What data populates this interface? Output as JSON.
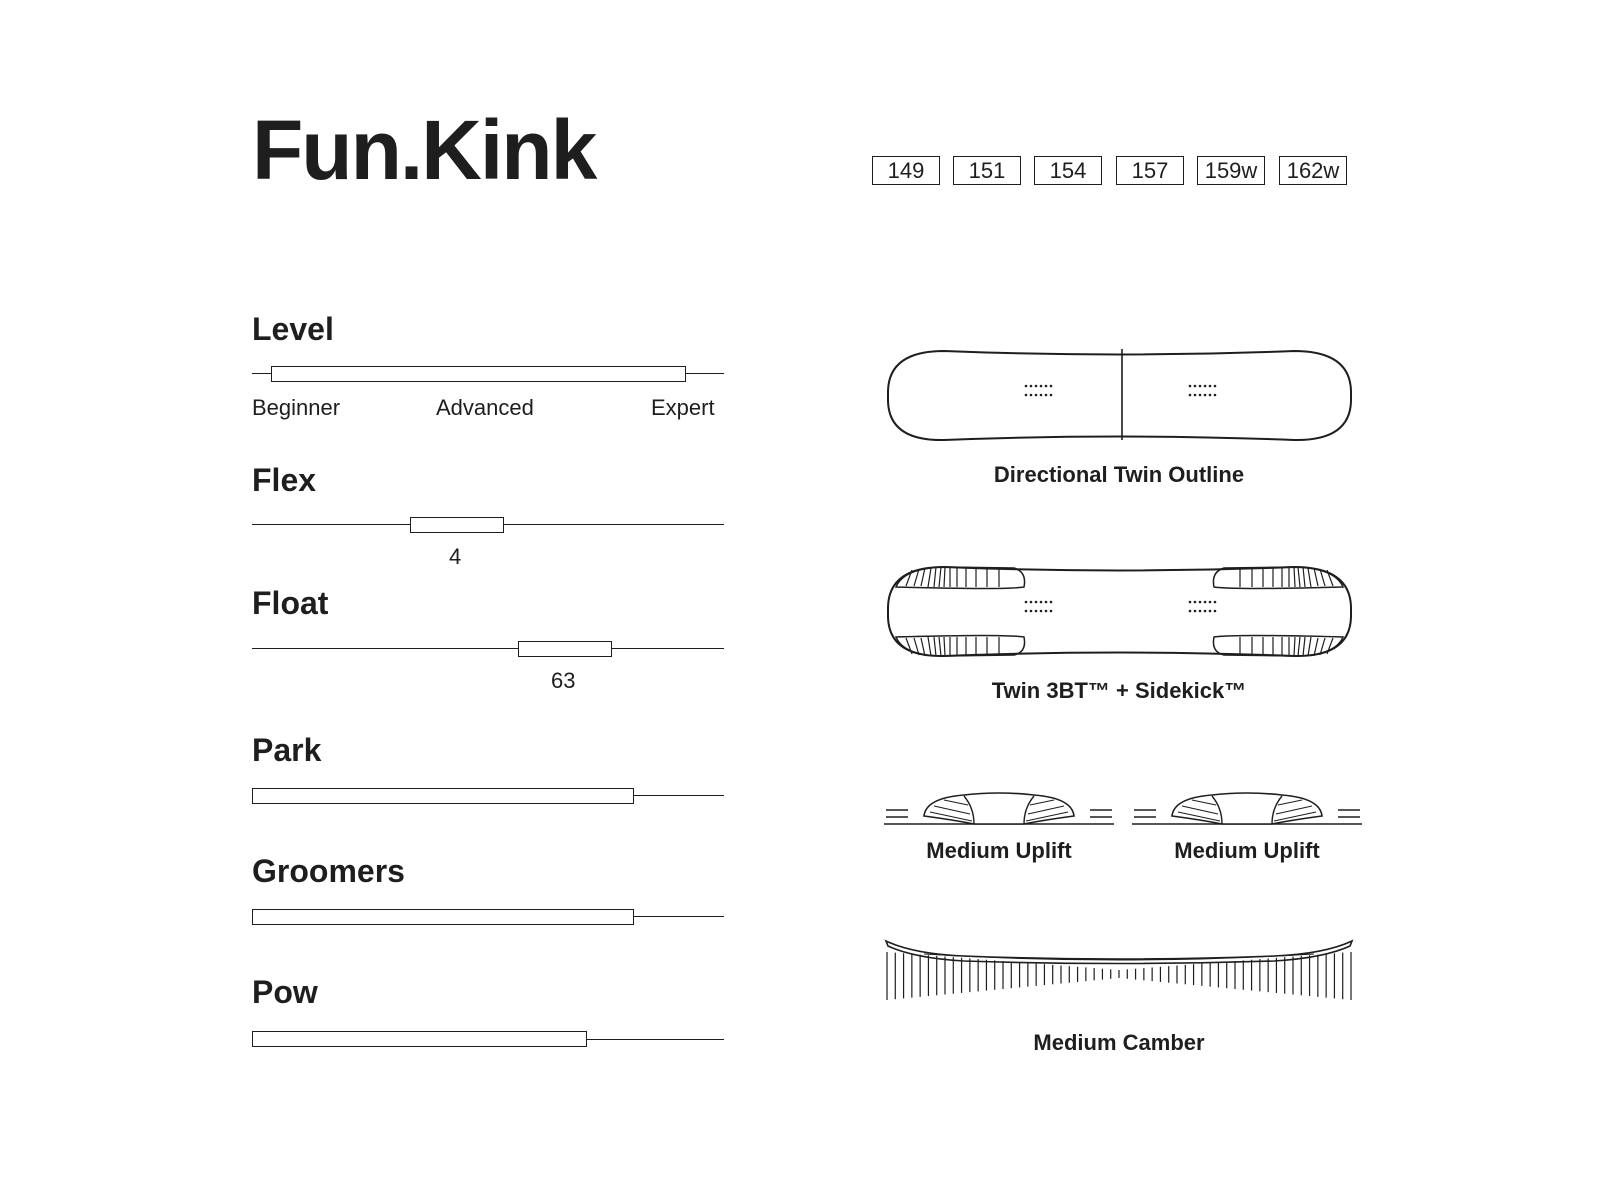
{
  "title": "Fun.Kink",
  "sizes": [
    "149",
    "151",
    "154",
    "157",
    "159w",
    "162w"
  ],
  "ratings": {
    "level": {
      "label": "Level",
      "range_start": 0.04,
      "range_end": 0.92,
      "ticks": [
        "Beginner",
        "Advanced",
        "Expert"
      ]
    },
    "flex": {
      "label": "Flex",
      "value": 4
    },
    "float": {
      "label": "Float",
      "value": 63
    },
    "park": {
      "label": "Park",
      "level": 0.81
    },
    "groomers": {
      "label": "Groomers",
      "level": 0.81
    },
    "pow": {
      "label": "Pow",
      "level": 0.71
    }
  },
  "diagrams": {
    "outline": {
      "caption": "Directional Twin Outline"
    },
    "base": {
      "caption": "Twin 3BT™ + Sidekick™"
    },
    "uplift_nose": {
      "caption": "Medium Uplift"
    },
    "uplift_tail": {
      "caption": "Medium Uplift"
    },
    "profile": {
      "caption": "Medium Camber"
    }
  },
  "colors": {
    "ink": "#1e1e1e",
    "background": "#ffffff"
  }
}
